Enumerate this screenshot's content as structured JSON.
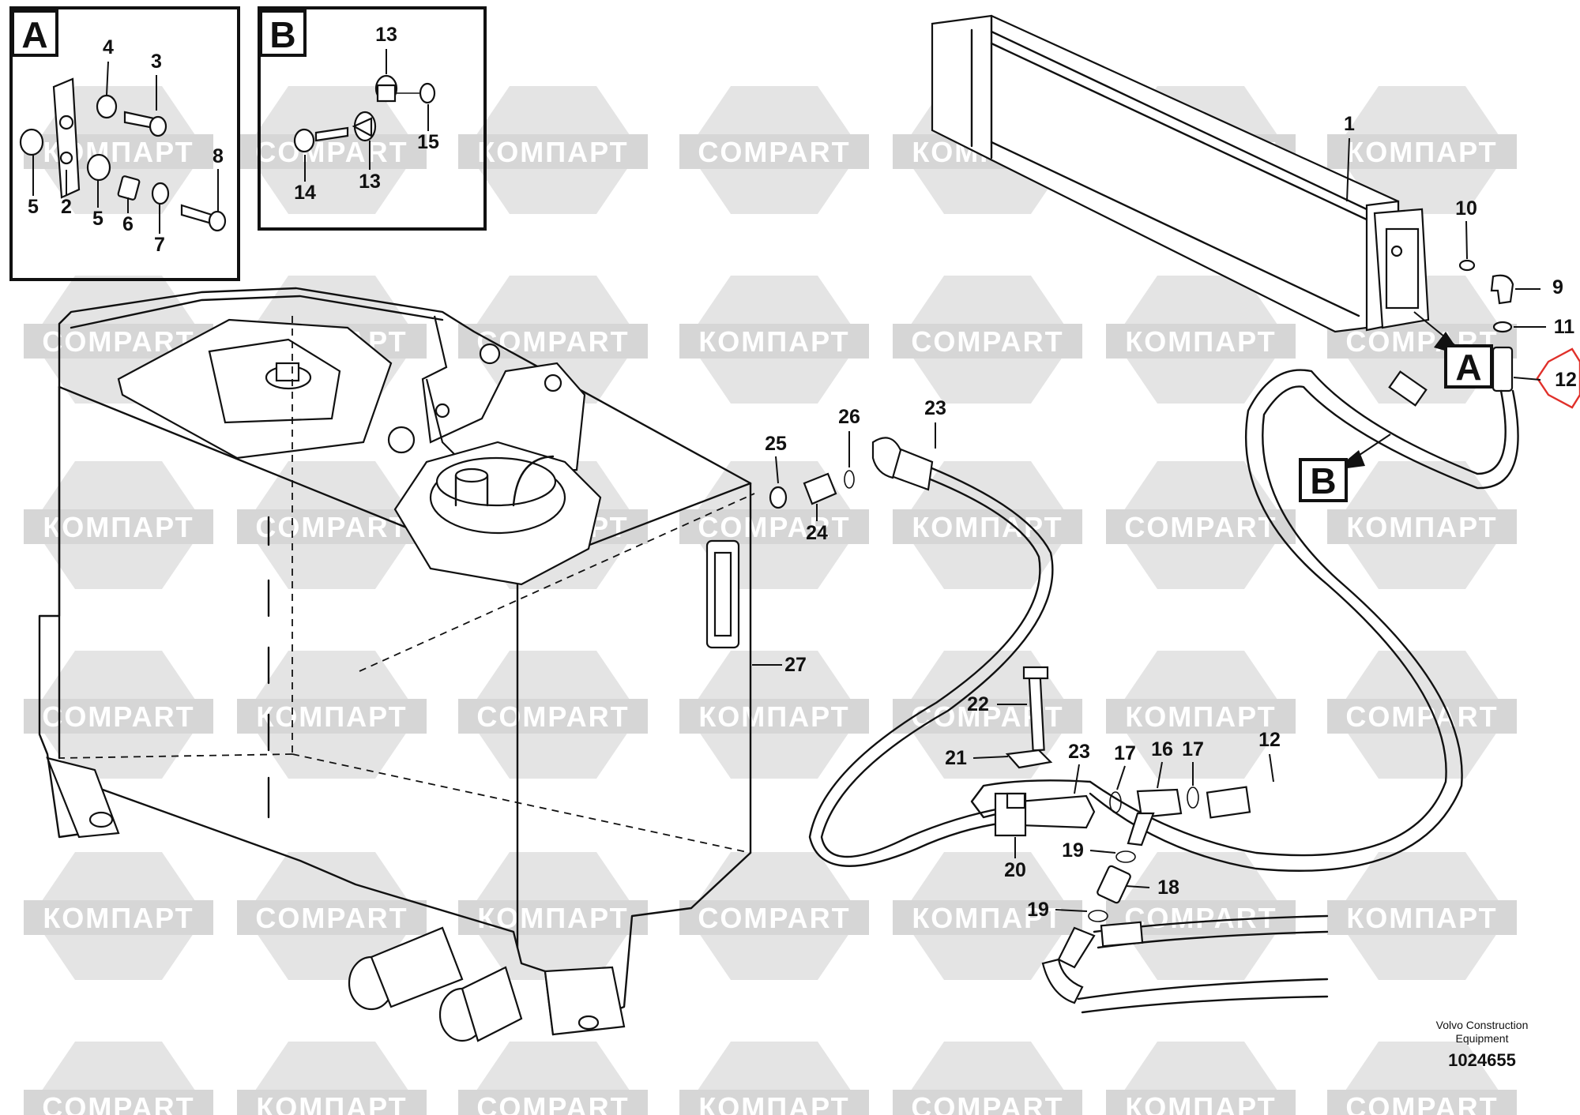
{
  "watermark": {
    "text_latin": "COMPART",
    "text_cyrillic": "КОМПАРТ"
  },
  "views": {
    "A": {
      "letter": "A"
    },
    "B": {
      "letter": "B"
    }
  },
  "callouts": {
    "c1": "1",
    "c2": "2",
    "c3": "3",
    "c4": "4",
    "c5a": "5",
    "c5b": "5",
    "c6": "6",
    "c7": "7",
    "c8": "8",
    "c9": "9",
    "c10": "10",
    "c11": "11",
    "c12a": "12",
    "c12b": "12",
    "c13a": "13",
    "c13b": "13",
    "c14": "14",
    "c15": "15",
    "c16": "16",
    "c17a": "17",
    "c17b": "17",
    "c18": "18",
    "c19a": "19",
    "c19b": "19",
    "c20": "20",
    "c21": "21",
    "c22": "22",
    "c23a": "23",
    "c23b": "23",
    "c24": "24",
    "c25": "25",
    "c26": "26",
    "c27": "27"
  },
  "footer": {
    "brand_line1": "Volvo Construction",
    "brand_line2": "Equipment",
    "drawing_number": "1024655"
  },
  "colors": {
    "highlight": "#e0302a",
    "ink": "#111111",
    "watermark": "#e4e4e4"
  }
}
